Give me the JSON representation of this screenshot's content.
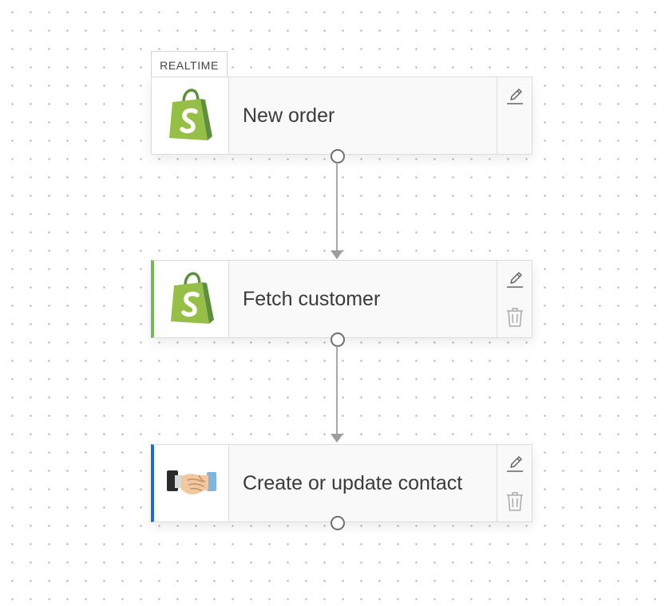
{
  "workflow": {
    "trigger": {
      "badge": "REALTIME",
      "label": "New order",
      "icon": "shopify-bag-icon"
    },
    "steps": [
      {
        "label": "Fetch customer",
        "icon": "shopify-bag-icon",
        "accent_color": "#7ab55c"
      },
      {
        "label": "Create or update contact",
        "icon": "handshake-icon",
        "accent_color": "#1c6fc9"
      }
    ],
    "action_icons": [
      "pencil-icon",
      "trash-icon"
    ]
  }
}
